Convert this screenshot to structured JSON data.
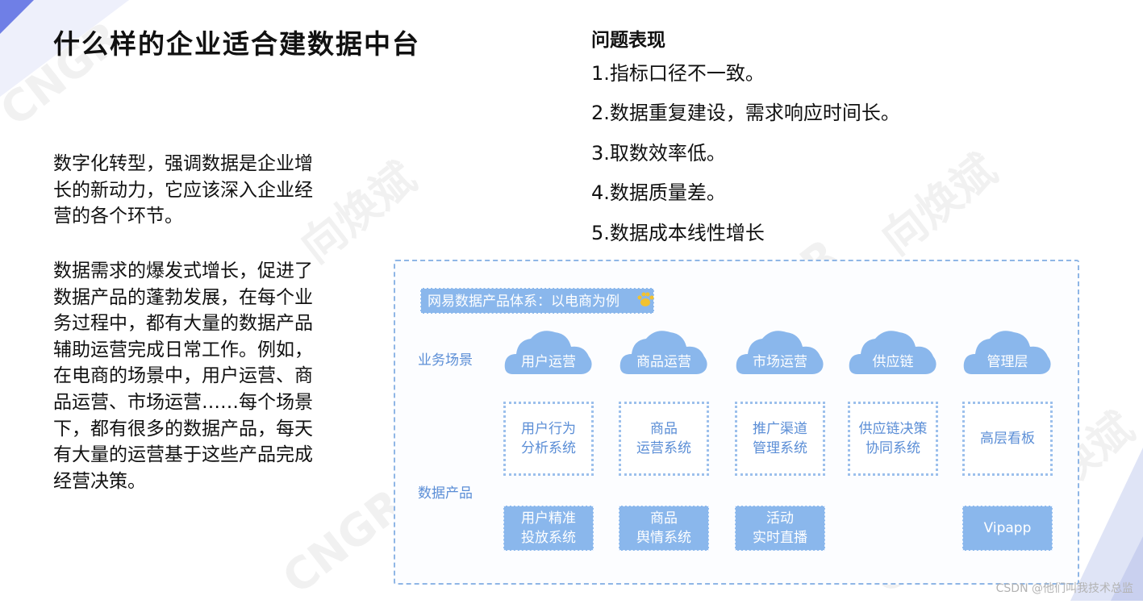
{
  "slide": {
    "title": "什么样的企业适合建数据中台",
    "intro_paragraph": "数字化转型，强调数据是企业增长的新动力，它应该深入企业经营的各个环节。",
    "detail_paragraph": "数据需求的爆发式增长，促进了数据产品的蓬勃发展，在每个业务过程中，都有大量的数据产品辅助运营完成日常工作。例如，在电商的场景中，用户运营、商品运营、市场运营……每个场景下，都有很多的数据产品，每天有大量的运营基于这些产品完成经营决策。"
  },
  "problems": {
    "title": "问题表现",
    "items": [
      "1.指标口径不一致。",
      "2.数据重复建设，需求响应时间长。",
      "3.取数效率低。",
      "4.数据质量差。",
      "5.数据成本线性增长"
    ]
  },
  "diagram": {
    "title": "网易数据产品体系：以电商为例",
    "row_labels": {
      "scenes": "业务场景",
      "products": "数据产品"
    },
    "scenes": [
      "用户运营",
      "商品运营",
      "市场运营",
      "供应链",
      "管理层"
    ],
    "systems_row1": [
      "用户行为\n分析系统",
      "商品\n运营系统",
      "推广渠道\n管理系统",
      "供应链决策\n协同系统",
      "高层看板"
    ],
    "systems_row2": [
      "用户精准\n投放系统",
      "商品\n舆情系统",
      "活动\n实时直播",
      "Vipapp"
    ],
    "colors": {
      "accent": "#8ab7ec",
      "label": "#5b8ed6",
      "dotted": "#9cc0ec"
    }
  },
  "watermark": {
    "text_cn": "向焕斌",
    "text_en": "CNGR"
  },
  "credit": "CSDN @他们叫我技术总监"
}
